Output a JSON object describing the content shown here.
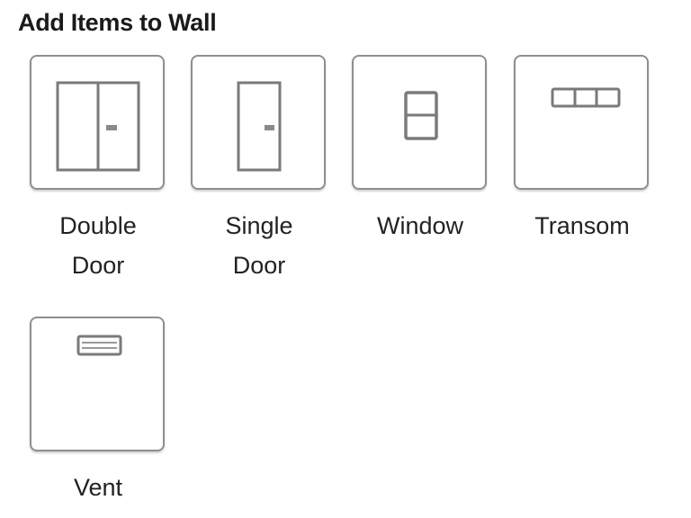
{
  "panel": {
    "title": "Add Items to Wall"
  },
  "items": [
    {
      "icon": "double-door-icon",
      "label_line1": "Double",
      "label_line2": "Door"
    },
    {
      "icon": "single-door-icon",
      "label_line1": "Single",
      "label_line2": "Door"
    },
    {
      "icon": "window-icon",
      "label_line1": "Window",
      "label_line2": ""
    },
    {
      "icon": "transom-icon",
      "label_line1": "Transom",
      "label_line2": ""
    },
    {
      "icon": "vent-icon",
      "label_line1": "Vent",
      "label_line2": ""
    }
  ],
  "colors": {
    "icon_stroke": "#7a7a7a",
    "tile_border": "#8f8f8f",
    "text": "#222222"
  }
}
